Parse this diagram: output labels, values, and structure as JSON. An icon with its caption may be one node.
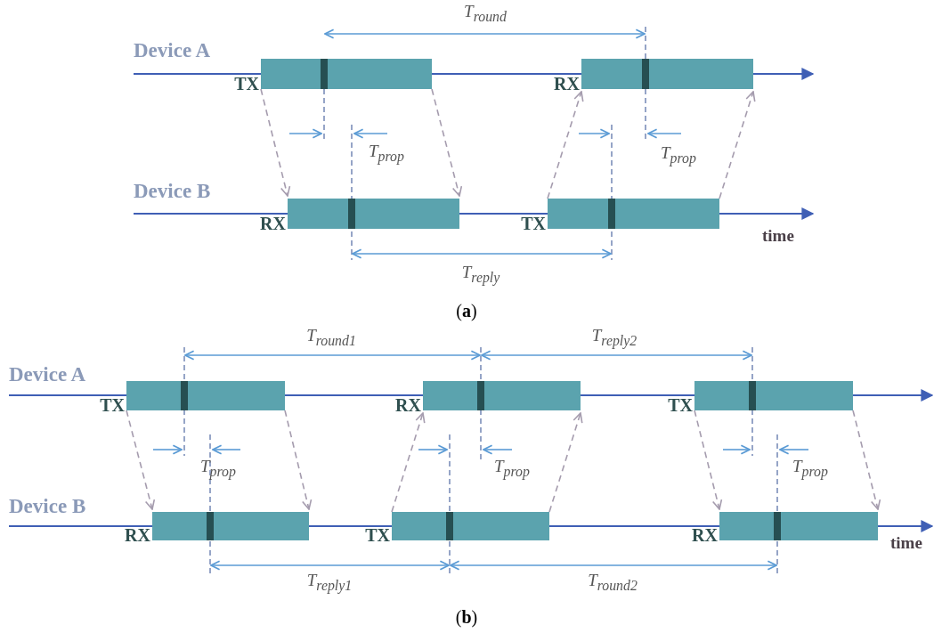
{
  "diagram": {
    "nodes": [
      {
        "text": [],
        "shape": "box",
        "beside": [
          "TX"
        ]
      },
      {
        "text": [],
        "shape": "box",
        "beside": [
          "RX"
        ]
      },
      {
        "text": [],
        "shape": "box",
        "beside": [
          "RX"
        ]
      },
      {
        "text": [],
        "shape": "box",
        "beside": [
          "TX"
        ]
      },
      {
        "text": [],
        "shape": "box",
        "beside": [
          "TX"
        ]
      },
      {
        "text": [],
        "shape": "box",
        "beside": [
          "RX"
        ]
      },
      {
        "text": [],
        "shape": "box",
        "beside": [
          "TX"
        ]
      },
      {
        "text": [],
        "shape": "box",
        "beside": [
          "RX"
        ]
      },
      {
        "text": [],
        "shape": "box",
        "beside": [
          "TX"
        ]
      },
      {
        "text": [],
        "shape": "box",
        "beside": [
          "RX"
        ]
      }
    ],
    "edges": [
      {
        "from": 0,
        "to": 2,
        "arrow": "to",
        "style": "dashed"
      },
      {
        "from": 0,
        "to": 2,
        "arrow": "to",
        "style": "dashed"
      },
      {
        "from": 3,
        "to": 1,
        "arrow": "to",
        "style": "dashed"
      },
      {
        "from": 3,
        "to": 1,
        "arrow": "to",
        "style": "dashed"
      },
      {
        "from": 4,
        "to": 7,
        "arrow": "to",
        "style": "dashed"
      },
      {
        "from": 4,
        "to": 7,
        "arrow": "to",
        "style": "dashed"
      },
      {
        "from": 8,
        "to": 5,
        "arrow": "to",
        "style": "dashed"
      },
      {
        "from": 8,
        "to": 5,
        "arrow": "to",
        "style": "dashed"
      },
      {
        "from": 6,
        "to": 9,
        "arrow": "to",
        "style": "dashed"
      },
      {
        "from": 6,
        "to": 9,
        "arrow": "to",
        "style": "dashed"
      }
    ],
    "labels": [
      "T$_{round}$",
      "Device A",
      "T$_{prop}$",
      "T$_{prop}$",
      "Device B",
      "time",
      "T$_{reply}$",
      "(**a**)",
      "T$_{round1}$",
      "T$_{reply2}$",
      "Device A",
      "T$_{prop}$",
      "T$_{prop}$",
      "T$_{prop}$",
      "Device B",
      "time",
      "T$_{reply1}$",
      "T$_{round2}$",
      "(**b**)"
    ]
  }
}
